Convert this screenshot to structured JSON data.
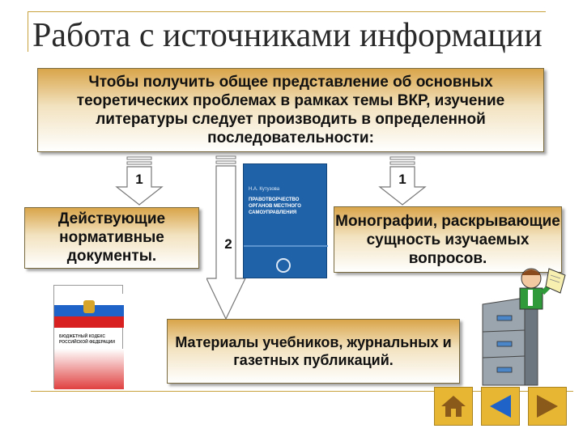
{
  "slide": {
    "title": "Работа с источниками информации",
    "intro_text": "Чтобы получить общее представление об основных теоретических проблемах в рамках темы ВКР, изучение литературы следует производить в определенной последовательности:"
  },
  "steps": [
    {
      "number": "1",
      "label": "Действующие нормативные документы."
    },
    {
      "number": "2",
      "label": "Материалы учебников, журнальных и газетных публикаций."
    },
    {
      "number": "1",
      "label": "Монографии, раскрывающие сущность изучаемых вопросов."
    }
  ],
  "book_center": {
    "author": "Н.А. Кутузова",
    "title": "ПРАВОТВОРЧЕСТВО ОРГАНОВ МЕСТНОГО САМОУПРАВЛЕНИЯ",
    "color": "#1f62a8"
  },
  "book_left": {
    "title": "БЮДЖЕТНЫЙ КОДЕКС РОССИЙСКОЙ ФЕДЕРАЦИИ"
  },
  "navigation": {
    "home_icon": "home-icon",
    "prev_icon": "triangle-left-icon",
    "next_icon": "triangle-right-icon"
  },
  "colors": {
    "accent": "#c8a23c",
    "box_top": "#d9a54a",
    "nav_button": "#e7b733"
  }
}
